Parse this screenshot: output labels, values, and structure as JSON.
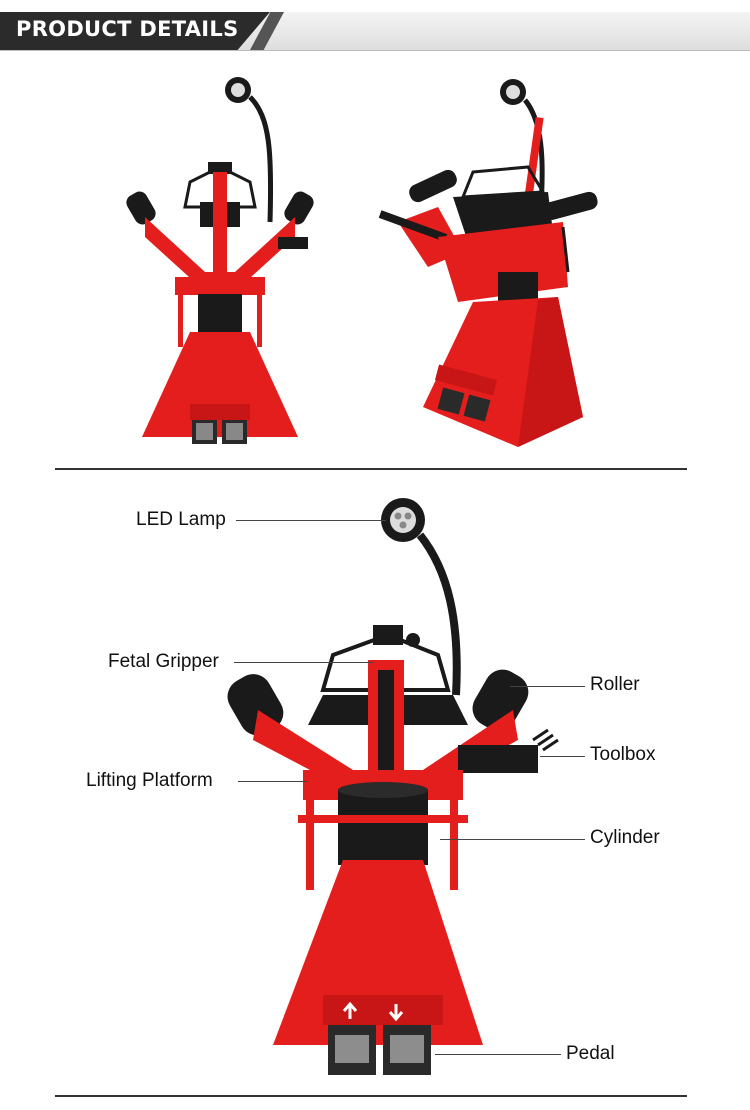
{
  "header": {
    "title": "PRODUCT DETAILS"
  },
  "colors": {
    "machine_red": "#e41d1d",
    "dark": "#1a1a1a",
    "header_dark": "#2b2b2b"
  },
  "callouts": {
    "led_lamp": "LED Lamp",
    "fetal_gripper": "Fetal Gripper",
    "roller": "Roller",
    "toolbox": "Toolbox",
    "lifting_platform": "Lifting Platform",
    "cylinder": "Cylinder",
    "pedal": "Pedal"
  }
}
